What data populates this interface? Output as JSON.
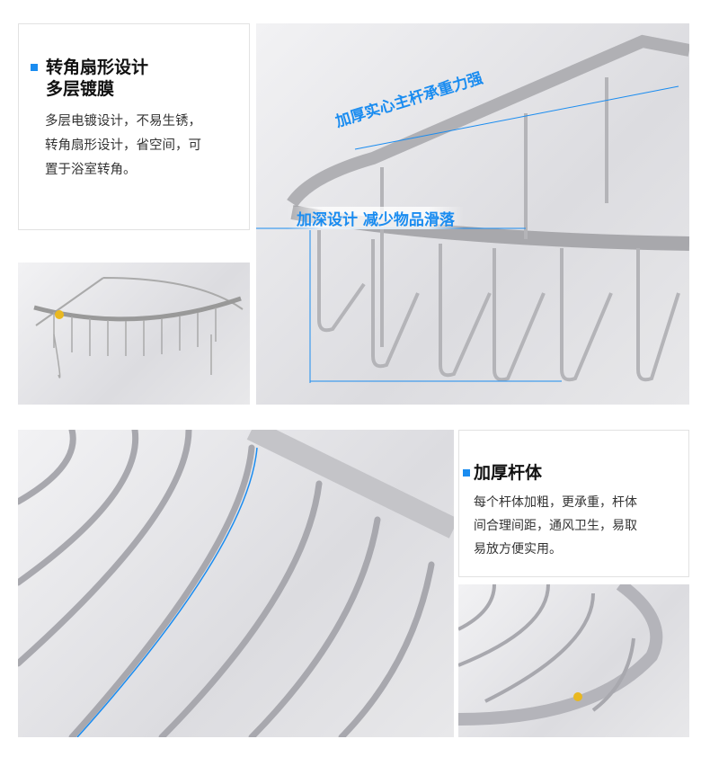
{
  "section1": {
    "title_line1": "转角扇形设计",
    "title_line2": "多层镀膜",
    "desc_line1": "多层电镀设计，不易生锈，",
    "desc_line2": "转角扇形设计，省空间，可",
    "desc_line3": "置于浴室转角。"
  },
  "callouts": {
    "rod": "加厚实心主杆承重力强",
    "depth": "加深设计 减少物品滑落"
  },
  "section2": {
    "title": "加厚杆体",
    "desc_line1": "每个杆体加粗，更承重，杆体",
    "desc_line2": "间合理间距，通风卫生，易取",
    "desc_line3": "易放方便实用。"
  },
  "colors": {
    "accent": "#1a8cf0"
  }
}
